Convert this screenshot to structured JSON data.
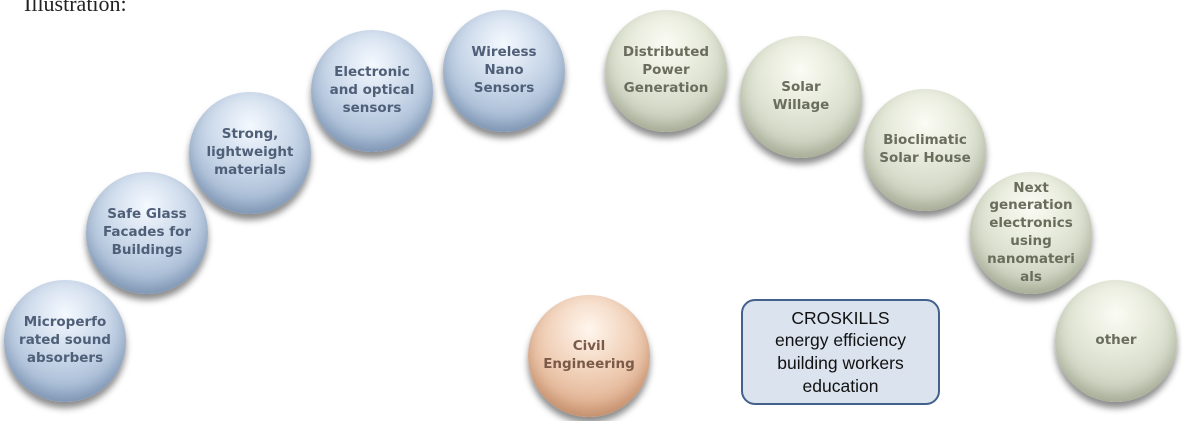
{
  "caption": "Illustration:",
  "spheres": [
    {
      "id": "microperforated",
      "lines": [
        "Microperfo",
        "rated sound",
        "absorbers"
      ]
    },
    {
      "id": "safe-glass",
      "lines": [
        "Safe Glass",
        "Facades for",
        "Buildings"
      ]
    },
    {
      "id": "strong-materials",
      "lines": [
        "Strong,",
        "lightweight",
        "materials"
      ]
    },
    {
      "id": "electronic-sensors",
      "lines": [
        "Electronic",
        "and optical",
        "sensors"
      ]
    },
    {
      "id": "wireless-sensors",
      "lines": [
        "Wireless",
        "Nano",
        "Sensors"
      ]
    },
    {
      "id": "distributed-power",
      "lines": [
        "Distributed",
        "Power",
        "Generation"
      ]
    },
    {
      "id": "solar-willage",
      "lines": [
        "Solar",
        "Willage"
      ]
    },
    {
      "id": "bioclimatic-house",
      "lines": [
        "Bioclimatic",
        "Solar House"
      ]
    },
    {
      "id": "next-gen-electronics",
      "lines": [
        "Next",
        "generation",
        "electronics",
        "using",
        "nanomateri",
        "als"
      ]
    },
    {
      "id": "other",
      "lines": [
        "other"
      ]
    },
    {
      "id": "civil-engineering",
      "lines": [
        "Civil",
        "Engineering"
      ]
    }
  ],
  "note": {
    "lines": [
      "CROSKILLS",
      "energy efficiency",
      "building workers",
      "education"
    ]
  }
}
